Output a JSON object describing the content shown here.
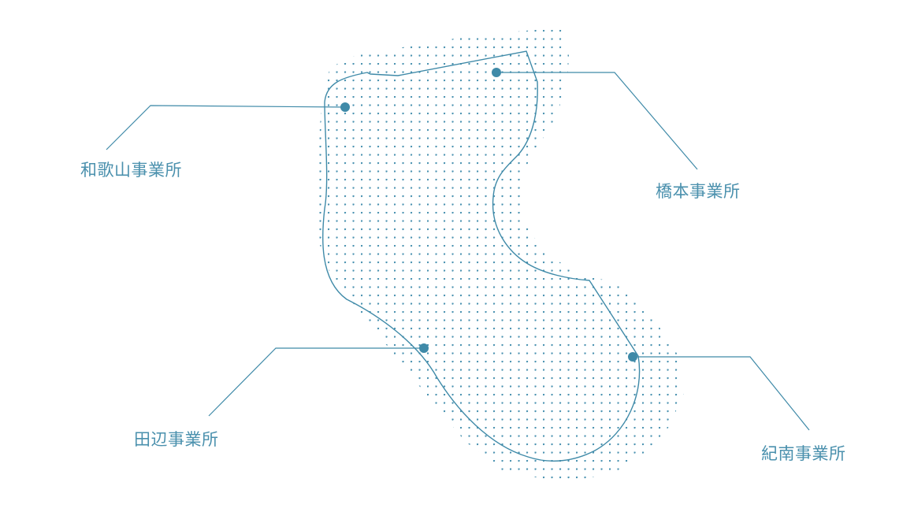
{
  "diagram": {
    "type": "service-area-map",
    "colors": {
      "accent": "#3f8aa8",
      "dots": "#4a92b0",
      "label": "#4a90ad",
      "background": "#ffffff"
    },
    "offices": [
      {
        "name": "和歌山事業所",
        "marker": [
          438,
          136
        ]
      },
      {
        "name": "橋本事業所",
        "marker": [
          630,
          92
        ]
      },
      {
        "name": "田辺事業所",
        "marker": [
          538,
          442
        ]
      },
      {
        "name": "紀南事業所",
        "marker": [
          803,
          453
        ]
      }
    ]
  }
}
